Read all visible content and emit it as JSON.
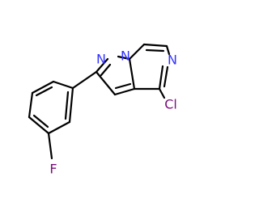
{
  "molecule": {
    "atoms": [
      {
        "id": "n1",
        "label": "N",
        "color": "#3333ff"
      },
      {
        "id": "n2",
        "label": "N",
        "color": "#3333ff"
      },
      {
        "id": "n3",
        "label": "N",
        "color": "#3333ff"
      },
      {
        "id": "cl",
        "label": "Cl",
        "color": "#7b0d7b"
      },
      {
        "id": "f",
        "label": "F",
        "color": "#7b0d7b"
      }
    ]
  }
}
